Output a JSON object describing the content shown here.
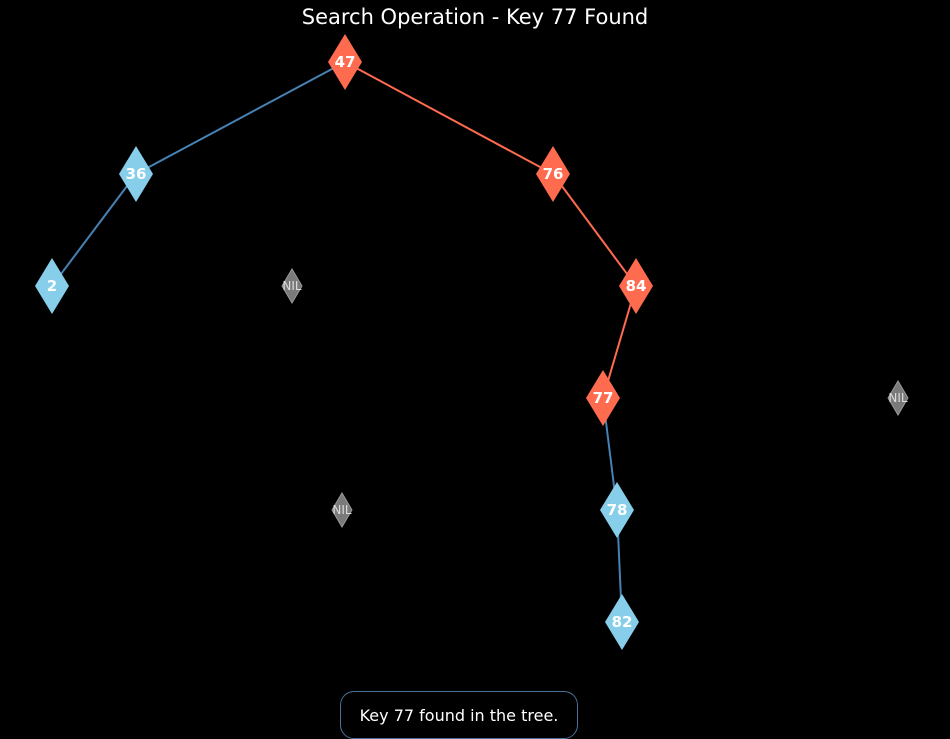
{
  "title": "Search Operation - Key 77 Found",
  "status_message": "Key 77 found in the tree.",
  "colors": {
    "background": "#000000",
    "path_highlight": "#ff6b4f",
    "normal_node": "#87ceeb",
    "normal_edge": "#4682b4",
    "nil_node": "#7a7a7a"
  },
  "tree": {
    "nodes": [
      {
        "id": "n47",
        "label": "47",
        "kind": "path"
      },
      {
        "id": "n36",
        "label": "36",
        "kind": "normal"
      },
      {
        "id": "n76",
        "label": "76",
        "kind": "path"
      },
      {
        "id": "n2",
        "label": "2",
        "kind": "normal"
      },
      {
        "id": "nil1",
        "label": "NIL",
        "kind": "nil"
      },
      {
        "id": "n84",
        "label": "84",
        "kind": "path"
      },
      {
        "id": "n77",
        "label": "77",
        "kind": "path"
      },
      {
        "id": "nil2",
        "label": "NIL",
        "kind": "nil"
      },
      {
        "id": "nil3",
        "label": "NIL",
        "kind": "nil"
      },
      {
        "id": "n78",
        "label": "78",
        "kind": "normal"
      },
      {
        "id": "n82",
        "label": "82",
        "kind": "normal"
      }
    ],
    "edges": [
      {
        "from": "n47",
        "to": "n36",
        "kind": "normal"
      },
      {
        "from": "n47",
        "to": "n76",
        "kind": "path"
      },
      {
        "from": "n36",
        "to": "n2",
        "kind": "normal"
      },
      {
        "from": "n76",
        "to": "n84",
        "kind": "path"
      },
      {
        "from": "n84",
        "to": "n77",
        "kind": "path"
      },
      {
        "from": "n77",
        "to": "n78",
        "kind": "normal"
      },
      {
        "from": "n78",
        "to": "n82",
        "kind": "normal"
      }
    ]
  }
}
